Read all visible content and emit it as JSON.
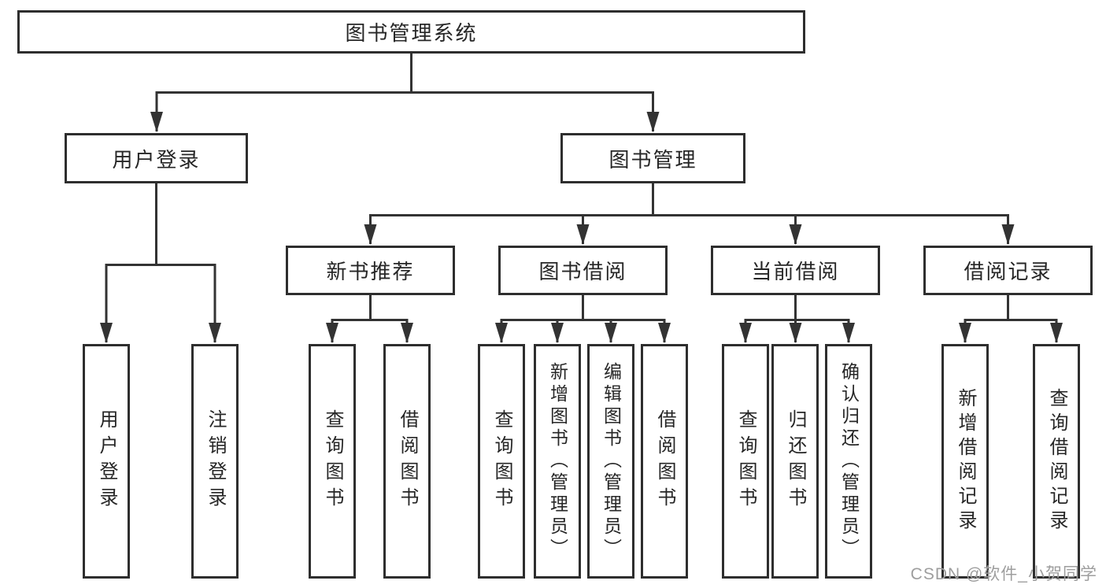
{
  "colors": {
    "background": "#ffffff",
    "box_border": "#2e2e2e",
    "box_fill": "#ffffff",
    "connector": "#333333",
    "text": "#262626",
    "watermark": "#9e9e9e"
  },
  "watermark": {
    "text": "CSDN @软件_小贺同学"
  },
  "tree": {
    "root": {
      "label": "图书管理系统"
    },
    "branches": [
      {
        "label": "用户登录",
        "children": [
          {
            "label": "用户登录"
          },
          {
            "label": "注销登录"
          }
        ]
      },
      {
        "label": "图书管理",
        "groups": [
          {
            "label": "新书推荐",
            "children": [
              {
                "label": "查询图书"
              },
              {
                "label": "借阅图书"
              }
            ]
          },
          {
            "label": "图书借阅",
            "children": [
              {
                "label": "查询图书"
              },
              {
                "label": "新增图书（管理员）"
              },
              {
                "label": "编辑图书（管理员）"
              },
              {
                "label": "借阅图书"
              }
            ]
          },
          {
            "label": "当前借阅",
            "children": [
              {
                "label": "查询图书"
              },
              {
                "label": "归还图书"
              },
              {
                "label": "确认归还（管理员）"
              }
            ]
          },
          {
            "label": "借阅记录",
            "children": [
              {
                "label": "新增借阅记录"
              },
              {
                "label": "查询借阅记录"
              }
            ]
          }
        ]
      }
    ]
  }
}
